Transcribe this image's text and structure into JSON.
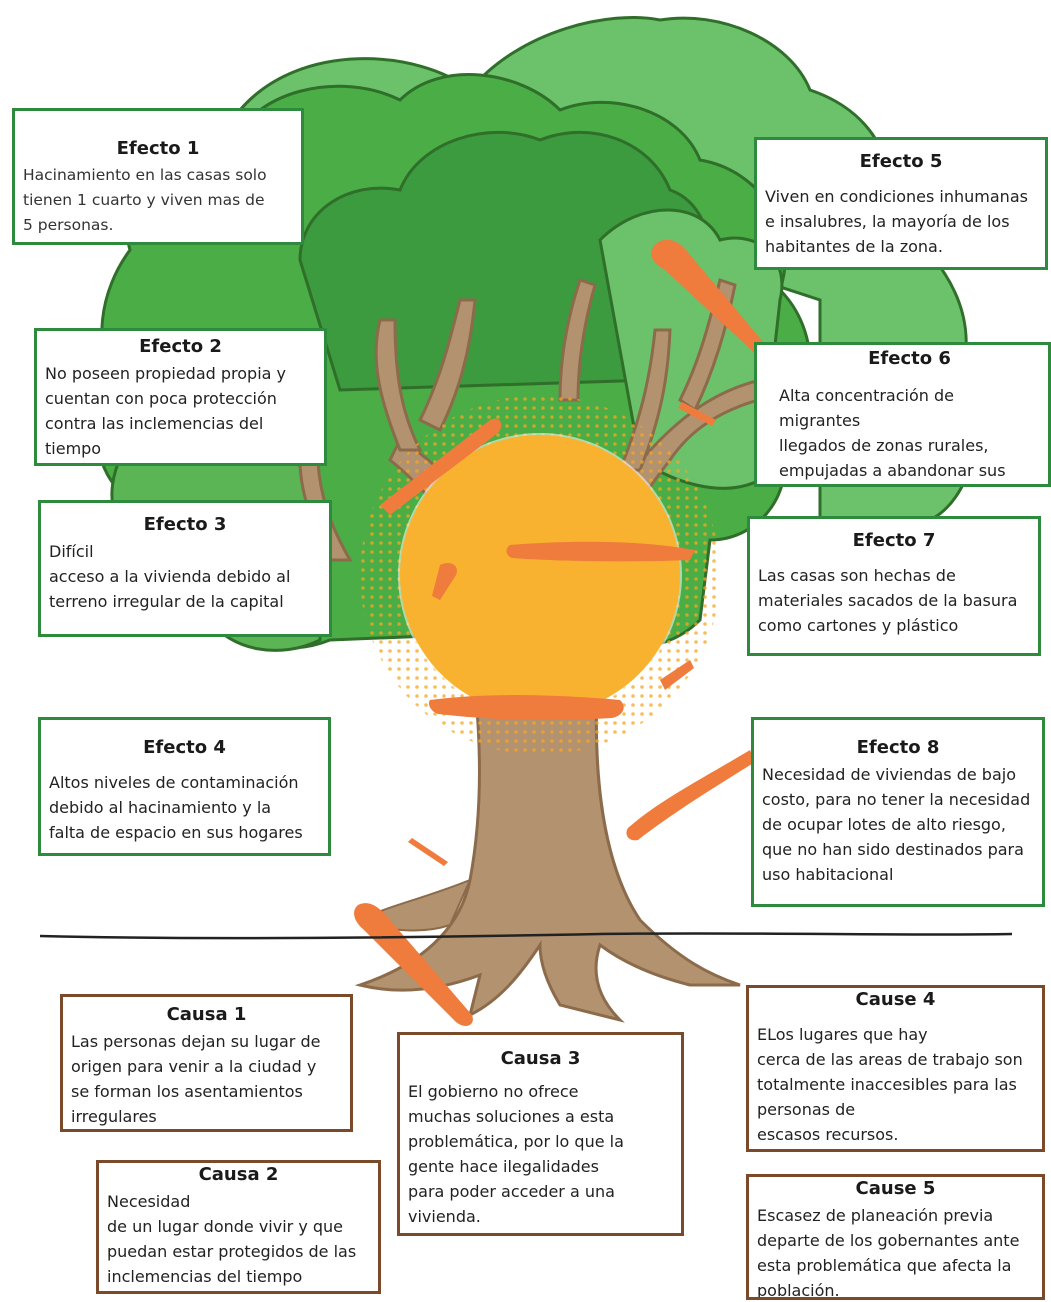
{
  "colors": {
    "leaf_dark": "#2f8f38",
    "leaf_mid": "#4aad46",
    "leaf_light": "#6cc26a",
    "leaf_deep": "#3c9a3f",
    "trunk": "#b39270",
    "trunk_dark": "#8c6b4b",
    "sun": "#f8b22f",
    "sun_dots": "#f5a623",
    "stroke": "#ef7b3c",
    "ground": "#222222",
    "effect_border": "#2e8b3e",
    "cause_border": "#7a4a2a"
  },
  "effects": [
    {
      "title": "Efecto 1",
      "text": "Hacinamiento en las casas solo\ntienen 1 cuarto y viven mas de\n5 personas."
    },
    {
      "title": "Efecto 2",
      "text": "No poseen propiedad propia y\ncuentan con poca protección\ncontra las inclemencias del\ntiempo"
    },
    {
      "title": "Efecto 3",
      "text": "Difícil\nacceso a la vivienda debido al\nterreno irregular de la capital"
    },
    {
      "title": "Efecto 4",
      "text": "Altos niveles de contaminación\ndebido al hacinamiento y la\nfalta de espacio en sus hogares"
    },
    {
      "title": "Efecto 5",
      "text": "Viven en condiciones inhumanas\ne insalubres, la mayoría de los\nhabitantes de la zona."
    },
    {
      "title": "Efecto 6",
      "text": "Alta concentración de migrantes\nllegados de zonas rurales,\nempujadas a abandonar sus\ntierras por falta de trabajo."
    },
    {
      "title": "Efecto 7",
      "text": "Las casas son hechas de\nmateriales sacados de la basura\ncomo cartones y plástico"
    },
    {
      "title": "Efecto 8",
      "text": "Necesidad de viviendas de bajo\ncosto, para no tener la necesidad\nde ocupar lotes de alto riesgo,\nque no han sido destinados para\nuso habitacional"
    }
  ],
  "causes": [
    {
      "title": "Causa 1",
      "text": "Las personas dejan su lugar de\norigen para venir a la ciudad y\nse forman los asentamientos\nirregulares"
    },
    {
      "title": "Causa 2",
      "text": " Necesidad\nde un lugar donde vivir y que\npuedan estar protegidos de las\ninclemencias del tiempo"
    },
    {
      "title": "Causa 3",
      "text": "El gobierno no ofrece\nmuchas soluciones a esta\nproblemática, por lo que la\ngente hace ilegalidades\npara poder acceder a una\nvivienda."
    },
    {
      "title": "Cause 4",
      "text": "ELos lugares que hay\ncerca de las areas de trabajo son\ntotalmente inaccesibles para las\npersonas de\nescasos recursos."
    },
    {
      "title": "Cause 5",
      "text": "Escasez de planeación previa\ndeparte de los gobernantes ante\nesta problemática que afecta la\npoblación."
    }
  ]
}
